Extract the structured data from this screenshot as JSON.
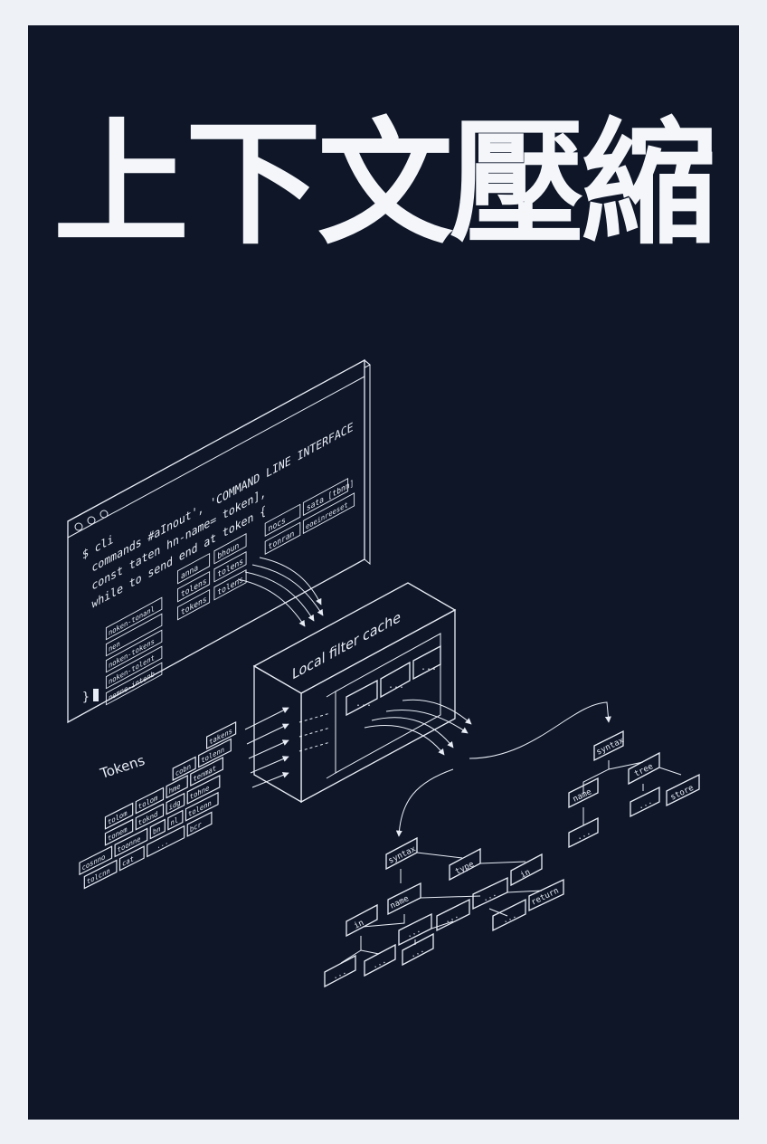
{
  "poster": {
    "title": "上下文壓縮",
    "background_color": "#0e1628",
    "line_color": "#e9edf5"
  },
  "terminal": {
    "lines": [
      "$ cli",
      "commands #aInout', 'COMMAND LINE INTERFACE",
      "const taten hn-name= token],",
      "while to send end at token {"
    ],
    "prompt": "}",
    "chips_right": [
      "nocs",
      "sata [tbnn]",
      "tonran",
      "eoeinreeset"
    ],
    "chips_mid": [
      "anna",
      "bhoun",
      "tolens",
      "tolens",
      "tokens",
      "tolens"
    ],
    "chips_left": [
      "noken-tonanl",
      "nen",
      "noken-tokens",
      "noken-tolent",
      "nemne-intenb"
    ]
  },
  "cache": {
    "label": "Local filter cache",
    "slot_texts": [
      "...",
      "...",
      "..."
    ]
  },
  "tokens": {
    "label": "Tokens",
    "chips": [
      "takens",
      "cobn",
      "tolenn",
      "tolom",
      "tolom",
      "hme",
      "tenmat",
      "tonem",
      "toknd",
      "idg",
      "tohne",
      "cosnno",
      "toonne",
      "bn",
      "nl",
      "tolenn",
      "tolcnn",
      "cat",
      "...",
      "bcr"
    ]
  },
  "tree_right": {
    "nodes": [
      "syntax",
      "tree",
      "name",
      "...",
      "store",
      "..."
    ]
  },
  "tree_bottom": {
    "nodes": [
      "syntax",
      "type",
      "in",
      "name",
      "...",
      "...",
      "return",
      "in",
      "...",
      "...",
      "...",
      "...",
      "..."
    ]
  }
}
